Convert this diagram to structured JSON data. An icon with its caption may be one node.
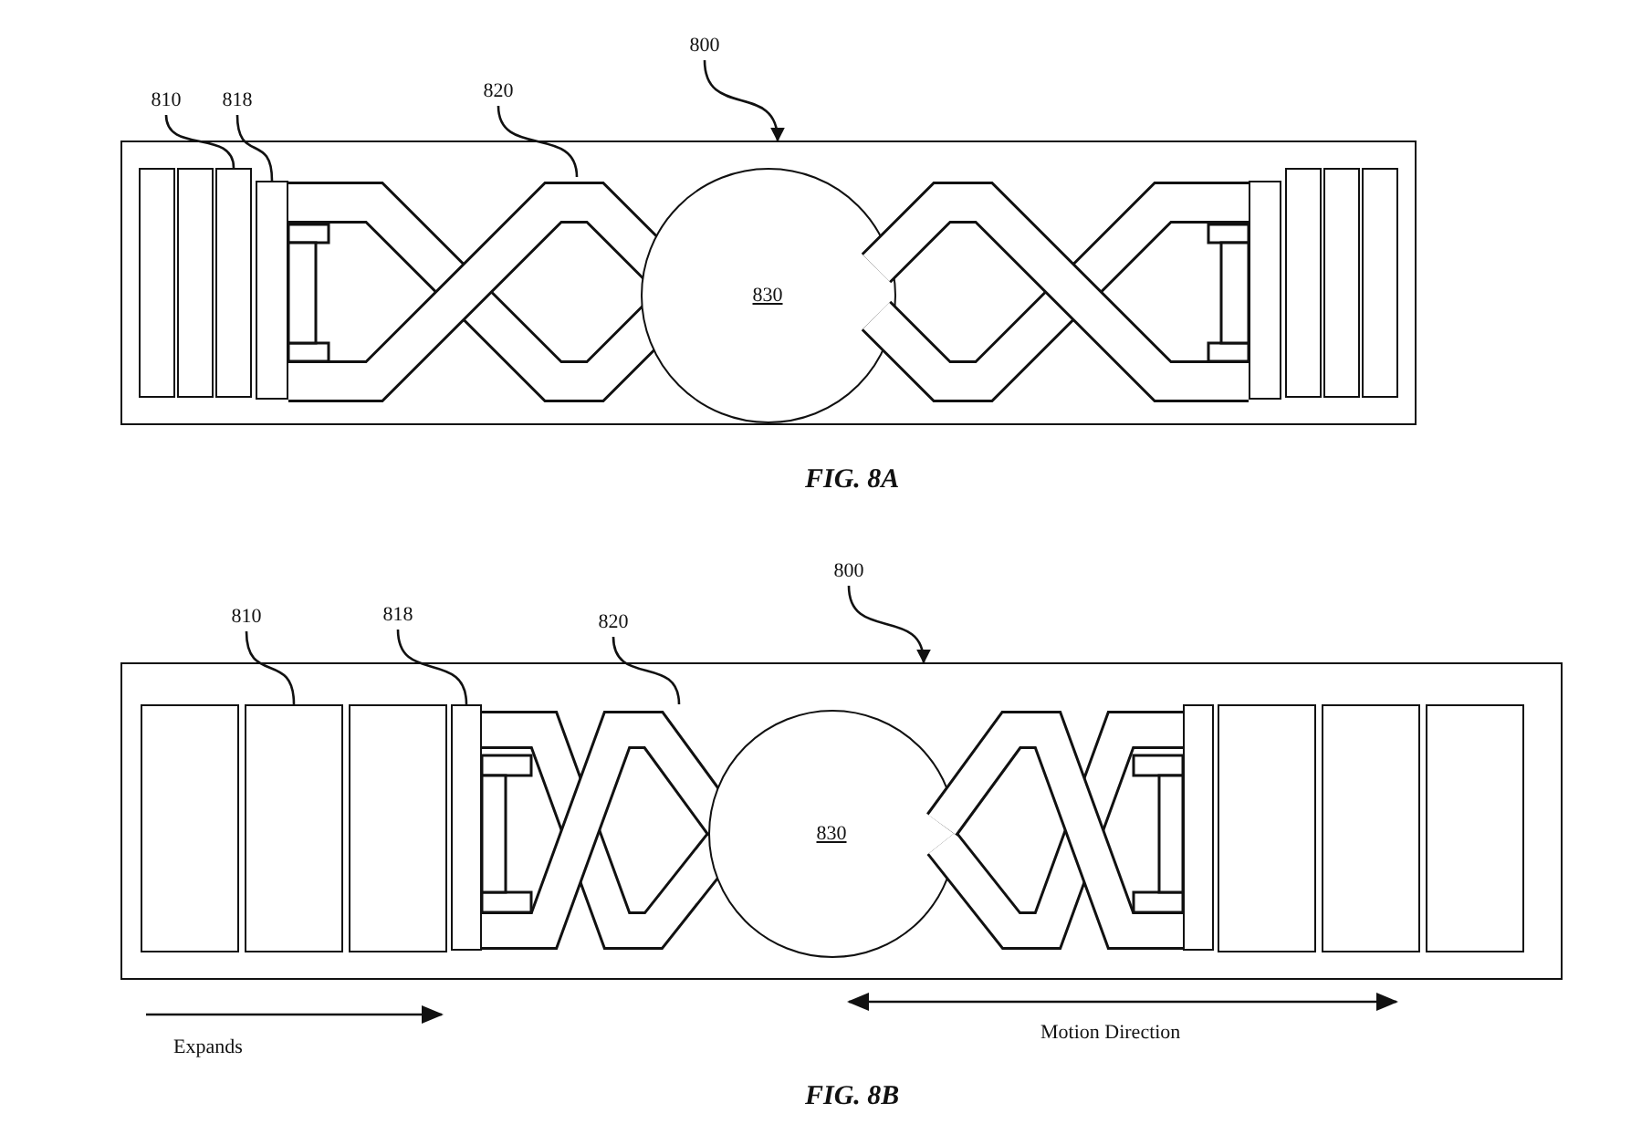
{
  "diagram": {
    "nodes": [
      {
        "text": [
          "800"
        ]
      },
      {
        "text": [
          "810"
        ]
      },
      {
        "text": [
          "818"
        ]
      },
      {
        "text": [
          "820"
        ]
      },
      {
        "text": [],
        "shape": "box"
      },
      {
        "text": [],
        "shape": "box",
        "in": 4
      },
      {
        "text": [],
        "shape": "box",
        "in": 4
      },
      {
        "text": [],
        "shape": "box",
        "in": 4
      },
      {
        "text": [],
        "shape": "bar",
        "in": 4
      },
      {
        "text": [],
        "shape": "picture",
        "in": 4
      },
      {
        "text": [
          "830"
        ],
        "in": 4
      },
      {
        "text": [],
        "shape": "picture",
        "in": 4
      },
      {
        "text": [],
        "shape": "bar",
        "in": 4
      },
      {
        "text": [],
        "shape": "box",
        "in": 4
      },
      {
        "text": [],
        "shape": "box",
        "in": 4
      },
      {
        "text": [],
        "shape": "box",
        "in": 4
      },
      {
        "text": [
          "800"
        ]
      },
      {
        "text": [
          "810"
        ]
      },
      {
        "text": [
          "818"
        ]
      },
      {
        "text": [
          "820"
        ]
      },
      {
        "text": [],
        "shape": "box"
      },
      {
        "text": [],
        "shape": "box",
        "in": 20
      },
      {
        "text": [],
        "shape": "box",
        "in": 20
      },
      {
        "text": [],
        "shape": "box",
        "in": 20
      },
      {
        "text": [],
        "shape": "bar",
        "in": 20
      },
      {
        "text": [],
        "shape": "picture",
        "in": 20
      },
      {
        "text": [
          "830"
        ],
        "in": 20
      },
      {
        "text": [],
        "shape": "picture",
        "in": 20
      },
      {
        "text": [],
        "shape": "bar",
        "in": 20
      },
      {
        "text": [],
        "shape": "box",
        "in": 20
      },
      {
        "text": [],
        "shape": "box",
        "in": 20
      },
      {
        "text": [],
        "shape": "box",
        "in": 20
      }
    ],
    "edges": [
      {
        "from": 0,
        "to": 4,
        "arrow": "to"
      },
      {
        "from": 1,
        "to": 7,
        "arrow": "none"
      },
      {
        "from": 2,
        "to": 8,
        "arrow": "none"
      },
      {
        "from": 3,
        "to": 9,
        "arrow": "none"
      },
      {
        "from": 16,
        "to": 20,
        "arrow": "to"
      },
      {
        "from": 17,
        "to": 22,
        "arrow": "none"
      },
      {
        "from": 18,
        "to": 24,
        "arrow": "none"
      },
      {
        "from": 19,
        "to": 25,
        "arrow": "none"
      }
    ],
    "labels": [
      "FIG. 8A",
      "Expands",
      "Motion Direction",
      "FIG. 8B"
    ]
  }
}
